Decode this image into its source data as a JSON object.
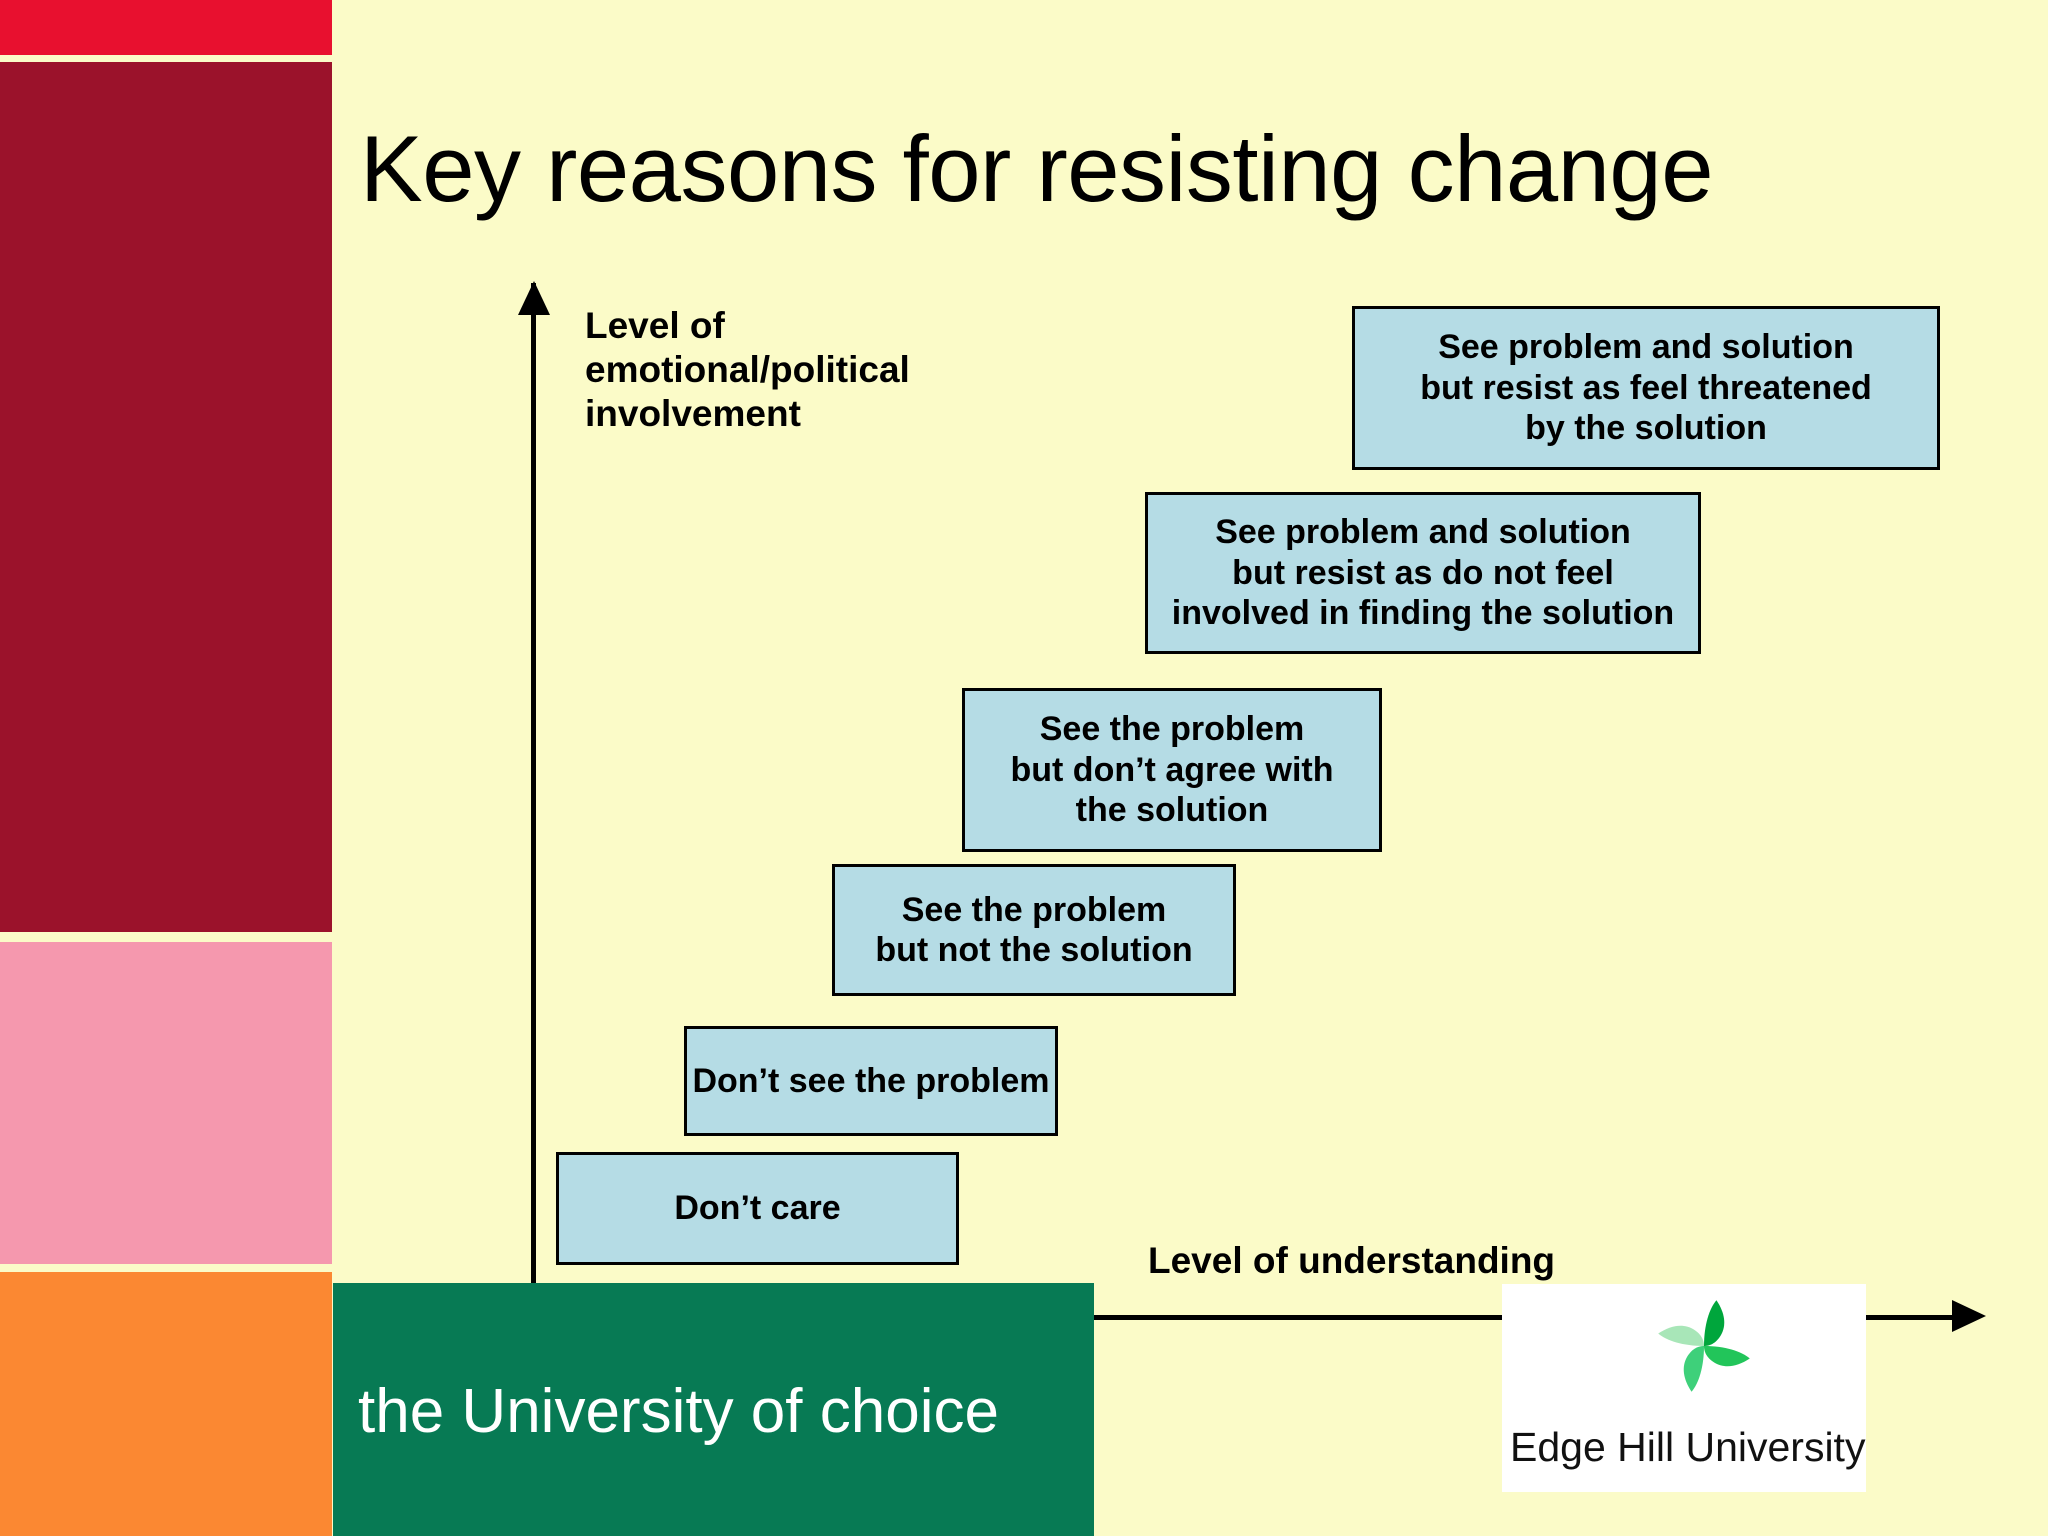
{
  "slide": {
    "title": "Key reasons for resisting change",
    "background_color": "#fbfbc8",
    "box_fill_color": "#b5dce5",
    "box_border_color": "#000000"
  },
  "sidebar": {
    "bands": [
      {
        "name": "red-band",
        "color": "#e8102f"
      },
      {
        "name": "dark-red-band",
        "color": "#9b122b"
      },
      {
        "name": "pink-band",
        "color": "#f598ae"
      },
      {
        "name": "orange-band",
        "color": "#fb8832"
      }
    ]
  },
  "chart_data": {
    "type": "scatter",
    "title": "Key reasons for resisting change",
    "xlabel": "Level of understanding",
    "ylabel": "Level of emotional/political involvement",
    "ylabel_lines": [
      "Level of",
      "emotional/political",
      "involvement"
    ],
    "grid": false,
    "legend": null,
    "axis_ticks": [],
    "steps": [
      {
        "rank": 1,
        "label": "Don’t care",
        "lines": [
          "Don’t care"
        ],
        "x": 1,
        "y": 1
      },
      {
        "rank": 2,
        "label": "Don’t see the problem",
        "lines": [
          "Don’t see the problem"
        ],
        "x": 2,
        "y": 2
      },
      {
        "rank": 3,
        "label": "See the problem but not the solution",
        "lines": [
          "See the problem",
          "but not the solution"
        ],
        "x": 3,
        "y": 3
      },
      {
        "rank": 4,
        "label": "See the problem but don’t agree with the solution",
        "lines": [
          "See the problem",
          "but don’t agree with",
          "the solution"
        ],
        "x": 4,
        "y": 4
      },
      {
        "rank": 5,
        "label": "See problem and solution but resist as do not feel involved in finding the solution",
        "lines": [
          "See problem and solution",
          "but resist as do not feel",
          "involved in finding the solution"
        ],
        "x": 5,
        "y": 5
      },
      {
        "rank": 6,
        "label": "See problem and solution but resist as feel threatened by the solution",
        "lines": [
          "See problem and solution",
          "but resist as feel threatened",
          "by the solution"
        ],
        "x": 6,
        "y": 6
      }
    ]
  },
  "footer": {
    "strapline": "the University of choice",
    "strapline_bar_color": "#077a54",
    "logo": {
      "name": "Edge Hill University",
      "mark_colors": [
        "#00a63c",
        "#22c55a",
        "#3ed07a",
        "#a8e6b8"
      ]
    }
  }
}
